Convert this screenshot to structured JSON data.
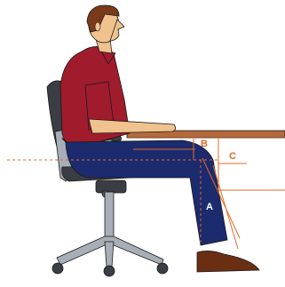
{
  "labels": {
    "a": "A",
    "b": "B",
    "c": "C"
  },
  "colors": {
    "shirt": "#a01c2c",
    "pants": "#1c2a6e",
    "skin": "#f0c28e",
    "hair": "#7a3a1a",
    "desk": "#b56a3c",
    "chair_dark": "#3a3d44",
    "chair_light": "#a7aeb6",
    "shoe": "#6a2f12",
    "annotation": "#e06a2a",
    "outline": "#1a1a1a"
  }
}
